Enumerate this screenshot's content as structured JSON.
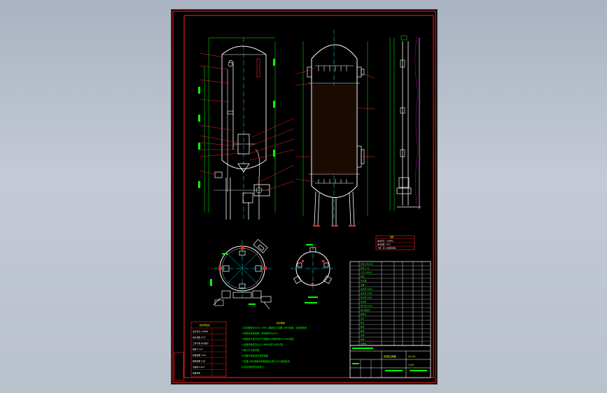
{
  "drawing": {
    "notes_title": "技术要求",
    "notes": [
      "1.本设备按GB150-1998《钢制压力容器》进行制造、试验和验收",
      "2.焊接采用电弧焊，焊条牌号为J422",
      "3.焊接接头型式及尺寸除图中注明外按HG20583规定",
      "4.设备制造完毕后以0.8MPa进行水压试验",
      "5.管口方位按本图",
      "6.设备外表面涂防锈漆两遍",
      "7.容器上的A类和B类焊接接头进行20%射线检测",
      "8.其余按相关标准执行"
    ],
    "spec_title": "技术特性表",
    "spec_rows": [
      "设计压力 0.6MPa",
      "设计温度 50℃",
      "工作介质 水(含砂)",
      "容积 5.5m³",
      "腐蚀裕量 1mm",
      "焊缝系数 0.85",
      "全容积 5.8m³",
      "设备净重"
    ],
    "legend_title": "说明",
    "legend_rows": [
      "设计压力：0.6MPa",
      "设计温度：50℃",
      "介质：水 / 石英砂过滤"
    ],
    "title_block_name": "机械过滤器",
    "title_block_drawing_no": "GL-01",
    "title_block_scale": "1:20",
    "parts_rows": [
      "封头 DN1200",
      "筒体 δ=8",
      "人孔 DN450",
      "视镜",
      "布水器",
      "支腿",
      "进水管 DN80",
      "出水管 DN80",
      "排污管 DN50",
      "反洗管",
      "排气管 DN25",
      "压力表接口",
      "取样口",
      "法兰",
      "垫片",
      "螺栓",
      "螺母",
      "支座",
      "铭牌",
      "接地板"
    ]
  },
  "colors": {
    "line": "#ffffff",
    "dim": "#00ff00",
    "leader": "#ff2020",
    "center": "#00ffff",
    "frame": "#ff2020",
    "title_fill": "#ffff00",
    "accent": "#ff00ff"
  }
}
